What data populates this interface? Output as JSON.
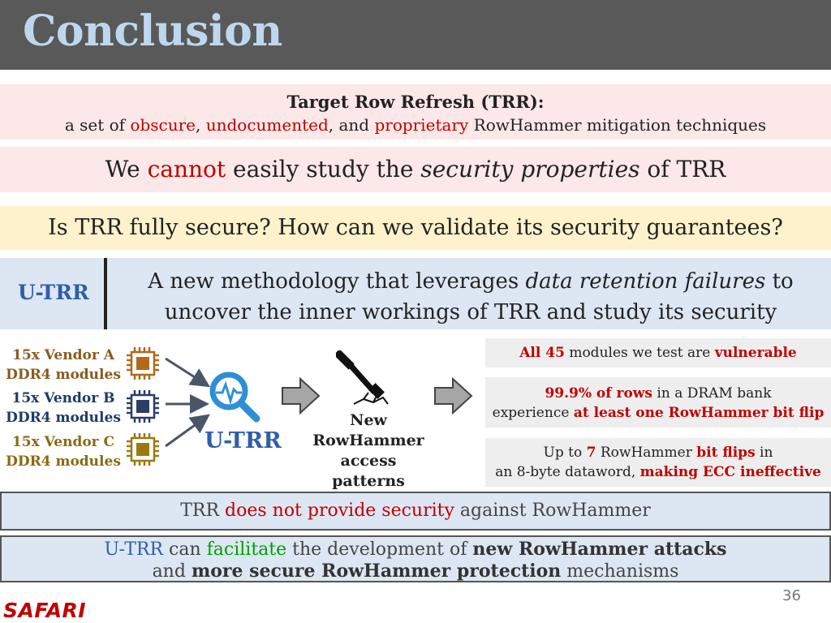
{
  "title": "Conclusion",
  "trr": {
    "heading": "Target Row Refresh (TRR):",
    "desc_pre": "a set of ",
    "obscure": "obscure",
    "comma1": ", ",
    "undocumented": "undocumented",
    "and": ", and ",
    "proprietary": "proprietary",
    "desc_post": " RowHammer mitigation techniques"
  },
  "cannot": {
    "pre": "We ",
    "cannot": "cannot",
    "mid": " easily study the ",
    "security_properties": "security properties",
    "post": " of TRR"
  },
  "question": "Is TRR fully secure? How can we validate its security guarantees?",
  "utrr": {
    "label": "U-TRR",
    "line1_pre": "A new methodology that leverages ",
    "line1_em": "data retention failures",
    "line1_post": " to",
    "line2": "uncover the inner workings of TRR and study its security"
  },
  "vendors": [
    {
      "line1": "15x Vendor A",
      "line2": "DDR4 modules"
    },
    {
      "line1": "15x Vendor B",
      "line2": "DDR4 modules"
    },
    {
      "line1": "15x Vendor C",
      "line2": "DDR4 modules"
    }
  ],
  "diagram": {
    "utrr": "U-TRR",
    "new": "New",
    "rowhammer": "RowHammer",
    "patterns": "access patterns"
  },
  "results": {
    "r1": {
      "b1": "All 45",
      "t1": " modules we test are ",
      "b2": "vulnerable"
    },
    "r2": {
      "b1": "99.9% of rows",
      "t1": " in a DRAM bank",
      "t2": "experience ",
      "b2": "at least one RowHammer bit flip"
    },
    "r3": {
      "t1": "Up to ",
      "b1": "7",
      "t2": " RowHammer ",
      "b2": "bit flips",
      "t3": " in",
      "t4": "an 8-byte dataword, ",
      "b3": "making ECC ineffective"
    }
  },
  "bottom1": {
    "trr": "TRR ",
    "does_not": "does not provide security",
    "post": " against RowHammer"
  },
  "bottom2": {
    "utrr": "U-TRR",
    "can": " can ",
    "facilitate": "facilitate",
    "mid": " the development of ",
    "new_attacks": "new RowHammer attacks",
    "and": "and ",
    "more_secure": "more secure RowHammer protection",
    "mechanisms": " mechanisms"
  },
  "page_number": "36",
  "logo": "SAFARI",
  "colors": {
    "title_bar": "#595959",
    "title_text": "#bdd7ee",
    "accent_red": "#c00000",
    "accent_blue": "#2e5fa8",
    "accent_green": "#00a000",
    "pink_band": "#fce8e8",
    "yellow_band": "#fdf2cc",
    "blue_band": "#dde7f3"
  }
}
